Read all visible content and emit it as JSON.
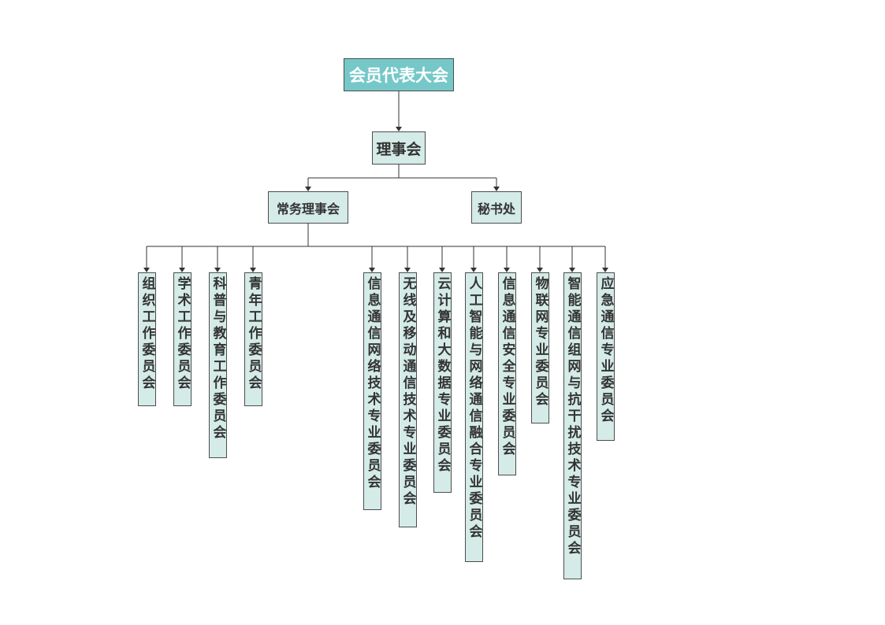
{
  "org_chart": {
    "root": {
      "label": "会员代表大会"
    },
    "council": {
      "label": "理事会"
    },
    "standing_council": {
      "label": "常务理事会"
    },
    "secretariat": {
      "label": "秘书处"
    },
    "committees": [
      {
        "label": "组织工作委员会"
      },
      {
        "label": "学术工作委员会"
      },
      {
        "label": "科普与教育工作委员会"
      },
      {
        "label": "青年工作委员会"
      },
      {
        "label": "信息通信网络技术专业委员会"
      },
      {
        "label": "无线及移动通信技术专业委员会"
      },
      {
        "label": "云计算和大数据专业委员会"
      },
      {
        "label": "人工智能与网络通信融合专业委员会"
      },
      {
        "label": "信息通信安全专业委员会"
      },
      {
        "label": "物联网专业委员会"
      },
      {
        "label": "智能通信组网与抗干扰技术专业委员会"
      },
      {
        "label": "应急通信专业委员会"
      }
    ]
  },
  "colors": {
    "root_fill": "#76c8c8",
    "node_fill": "#d4ebe7",
    "border": "#4d4d4d",
    "line": "#333333"
  }
}
